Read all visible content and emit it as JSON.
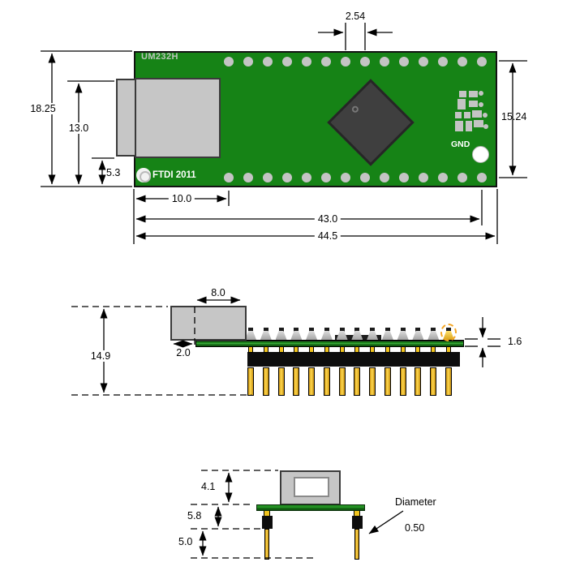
{
  "board": {
    "name": "UM232H",
    "copyright": "FTDI 2011",
    "gnd_label": "GND"
  },
  "dimensions": {
    "pin_pitch": "2.54",
    "board_height": "18.25",
    "usb_top_offset": "13.0",
    "usb_bottom_offset": "5.3",
    "pin_row_span": "15.24",
    "first_pin_offset": "10.0",
    "pin_row_length": "43.0",
    "board_length": "44.5",
    "usb_body_length": "8.0",
    "usb_overhang": "2.0",
    "overall_height": "14.9",
    "pcb_thickness": "1.6",
    "usb_height": "4.1",
    "header_body_height": "5.8",
    "pin_length_below": "5.0",
    "diameter_label": "Diameter",
    "diameter_value": "0.50"
  },
  "pins": {
    "top_row_count": 14,
    "bottom_row_count": 14,
    "side_count": 14,
    "front_count": 2
  },
  "colors": {
    "pcb_green": "#168316",
    "connector_gray": "#c6c6c6",
    "pad_gray": "#c4c4c4",
    "chip_gray": "#3f3f3f",
    "header_black": "#0d0d0d",
    "pin_yellow": "#f0c41e",
    "highlight_orange": "#f5a623",
    "dimension_black": "#000000"
  }
}
